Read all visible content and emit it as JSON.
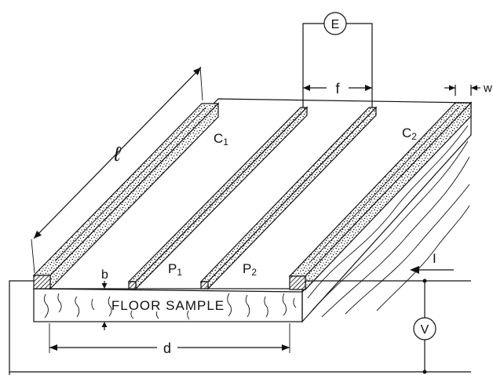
{
  "labels": {
    "meter_e": "E",
    "meter_v": "V",
    "spacing_f": "f",
    "width_w": "w",
    "length_l": "ℓ",
    "thickness_b": "b",
    "distance_d": "d",
    "current_i": "I",
    "electrode_c1_letter": "C",
    "electrode_c1_sub": "1",
    "electrode_c2_letter": "C",
    "electrode_c2_sub": "2",
    "electrode_p1_letter": "P",
    "electrode_p1_sub": "1",
    "electrode_p2_letter": "P",
    "electrode_p2_sub": "2",
    "sample": "FLOOR SAMPLE"
  },
  "colors": {
    "ink": "#111111",
    "background": "#ffffff"
  }
}
